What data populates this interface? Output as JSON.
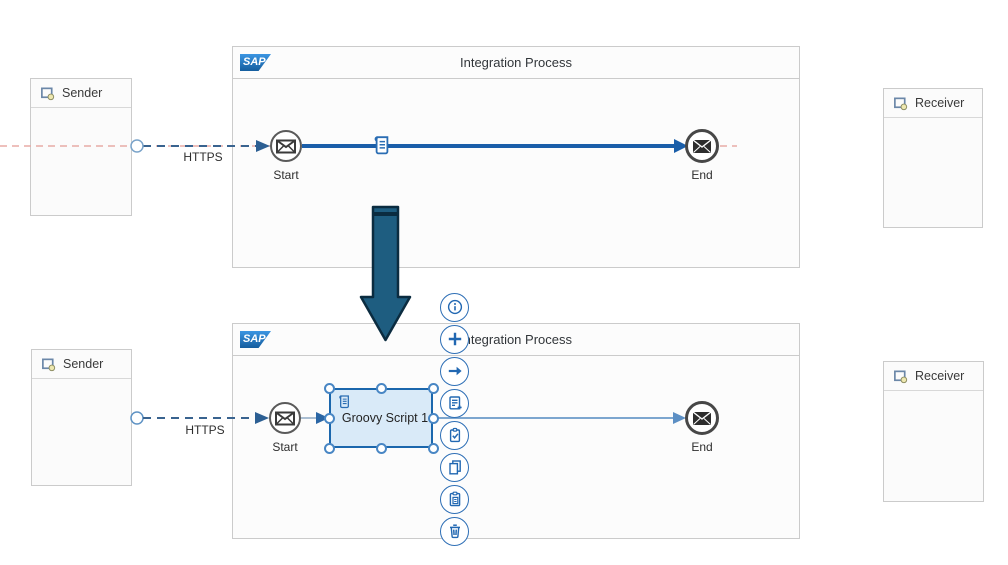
{
  "app": {
    "brand": "SAP"
  },
  "top_flow": {
    "process_title": "Integration Process",
    "sender_label": "Sender",
    "receiver_label": "Receiver",
    "adapter_label": "HTTPS",
    "start_label": "Start",
    "end_label": "End"
  },
  "bottom_flow": {
    "process_title": "Integration Process",
    "sender_label": "Sender",
    "receiver_label": "Receiver",
    "adapter_label": "HTTPS",
    "start_label": "Start",
    "end_label": "End",
    "script_step_label": "Groovy Script 1"
  },
  "context_menu": {
    "items": [
      {
        "name": "info",
        "icon": "info-icon"
      },
      {
        "name": "add",
        "icon": "plus-icon"
      },
      {
        "name": "connect",
        "icon": "arrow-right-icon"
      },
      {
        "name": "add-script",
        "icon": "script-plus-icon"
      },
      {
        "name": "checklist",
        "icon": "clipboard-check-icon"
      },
      {
        "name": "copy",
        "icon": "copy-icon"
      },
      {
        "name": "paste",
        "icon": "paste-icon"
      },
      {
        "name": "delete",
        "icon": "trash-icon"
      }
    ]
  },
  "colors": {
    "sap_blue": "#1b70c4",
    "flow_blue": "#1a5ea9",
    "dashed_blue": "#39638f",
    "light_connector": "#7ca6cf",
    "selection_border": "#1b67ad",
    "selection_fill": "#d9eaf8",
    "guide_pink": "#e8aba6",
    "teal_arrow_fill": "#1e5d80",
    "teal_arrow_stroke": "#0b2c40",
    "menu_blue": "#2e6fb6",
    "node_border": "#4a4a4a",
    "box_border": "#cbcbcb"
  }
}
